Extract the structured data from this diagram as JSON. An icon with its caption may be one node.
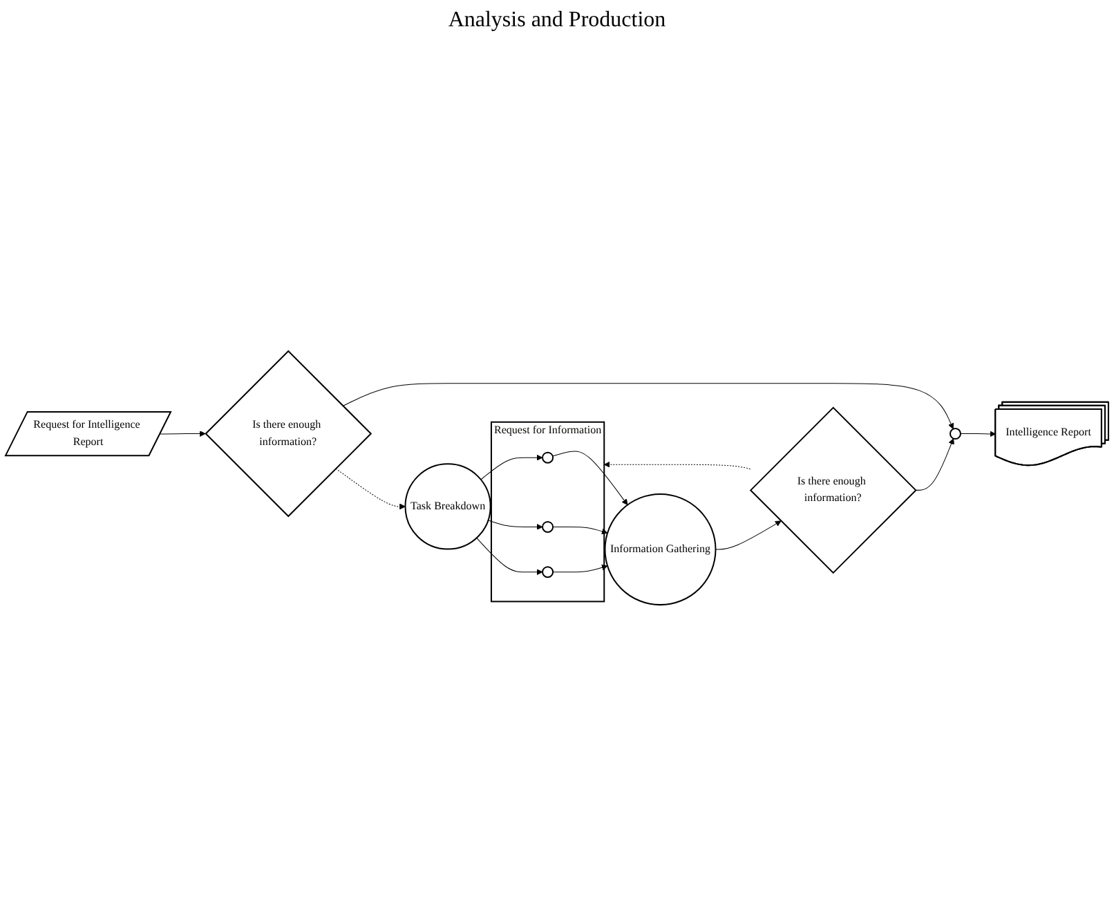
{
  "diagram": {
    "nodes": [
      {
        "text": [
          "Request for Intelligence Report"
        ]
      },
      {
        "text": [
          "Is there enough information?"
        ]
      },
      {
        "text": [
          "Task Breakdown"
        ]
      },
      {
        "text": [
          "Request for Information"
        ]
      },
      {
        "text": [],
        "shape": "circle",
        "in": 3
      },
      {
        "text": [],
        "shape": "circle",
        "in": 3
      },
      {
        "text": [],
        "shape": "circle",
        "in": 3
      },
      {
        "text": [
          "Information Gathering"
        ]
      },
      {
        "text": [
          "Is there enough information?"
        ]
      },
      {
        "text": [],
        "shape": "circle"
      },
      {
        "text": [
          "Intelligence Report"
        ]
      }
    ],
    "edges": [
      {
        "from": 0,
        "to": 1,
        "arrow": "to"
      },
      {
        "from": 1,
        "to": 9,
        "arrow": "to"
      },
      {
        "from": 1,
        "to": 2,
        "arrow": "to",
        "style": "dashed"
      },
      {
        "from": 2,
        "to": 4,
        "arrow": "to"
      },
      {
        "from": 2,
        "to": 5,
        "arrow": "to"
      },
      {
        "from": 2,
        "to": 6,
        "arrow": "to"
      },
      {
        "from": 4,
        "to": 7,
        "arrow": "to"
      },
      {
        "from": 5,
        "to": 7,
        "arrow": "to"
      },
      {
        "from": 6,
        "to": 7,
        "arrow": "to"
      },
      {
        "from": 7,
        "to": 8,
        "arrow": "to"
      },
      {
        "from": 8,
        "to": 3,
        "arrow": "to",
        "style": "dashed"
      },
      {
        "from": 8,
        "to": 9,
        "arrow": "to"
      },
      {
        "from": 9,
        "to": 10,
        "arrow": "to"
      }
    ],
    "labels": [
      "Analysis and Production"
    ]
  }
}
